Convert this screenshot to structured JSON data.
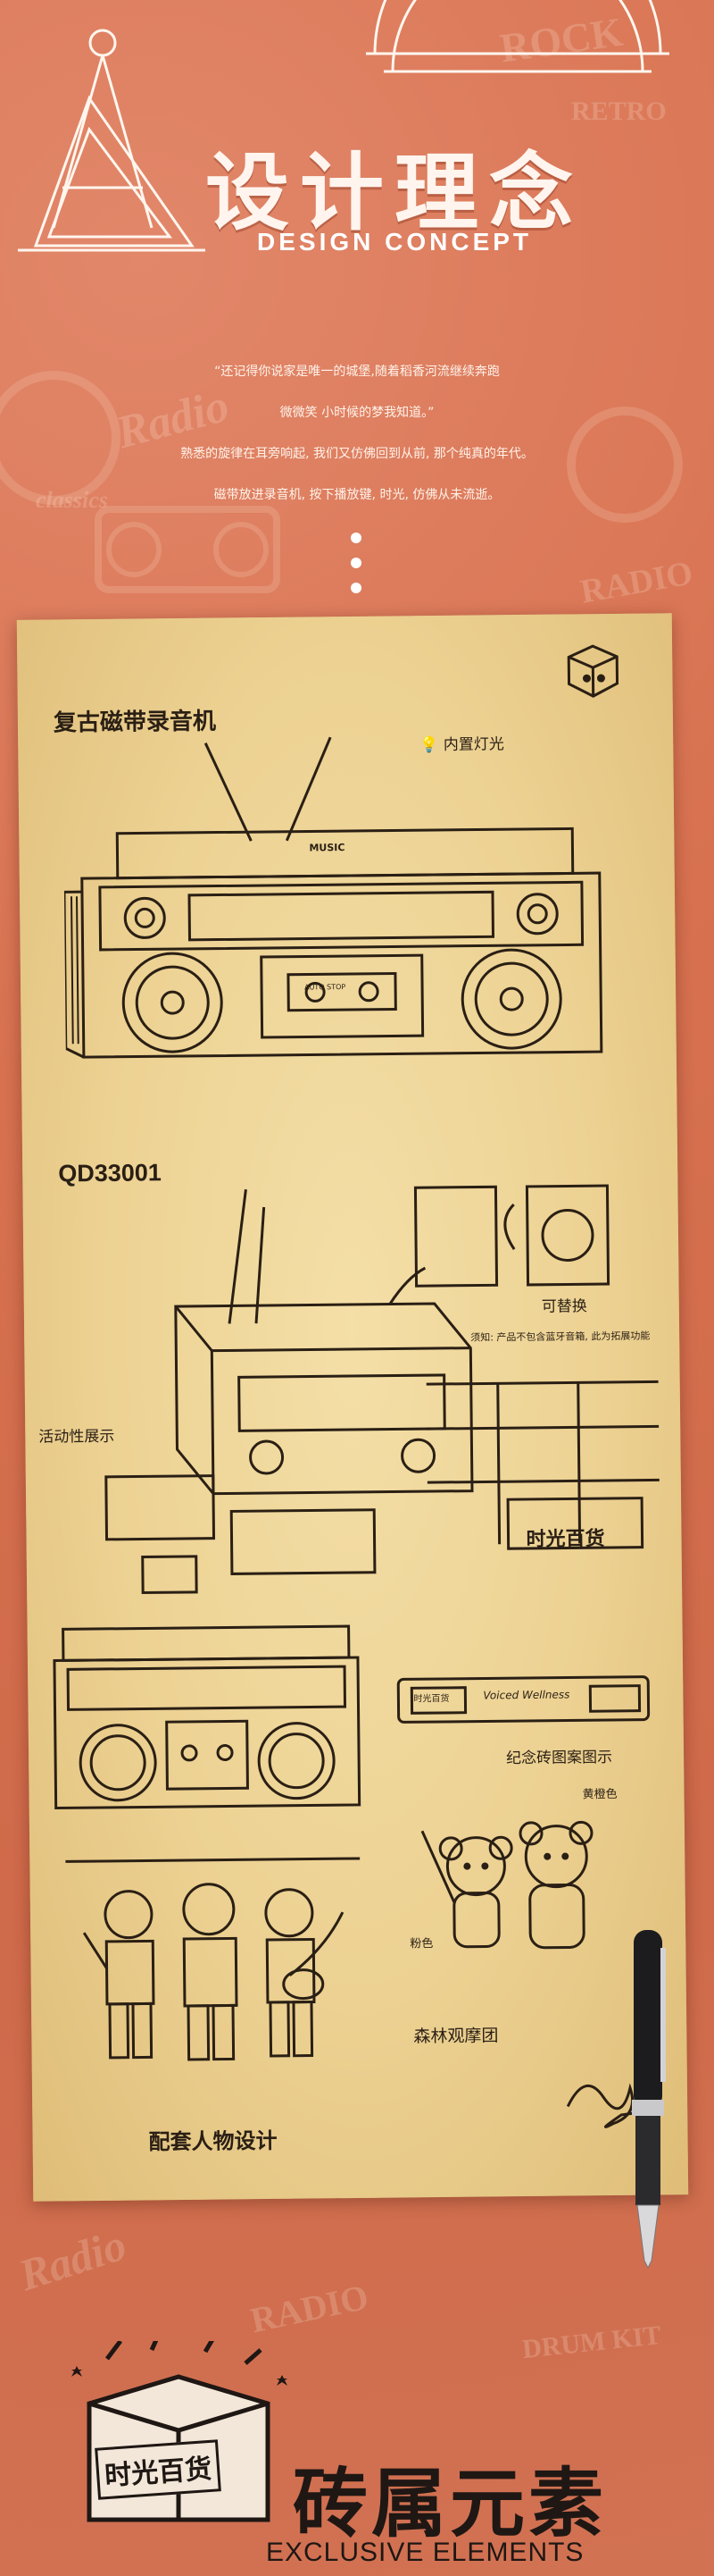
{
  "header": {
    "title": "设计理念",
    "subtitle": "DESIGN CONCEPT"
  },
  "intro": {
    "lines": [
      "“还记得你说家是唯一的城堡,随着稻香河流继续奔跑",
      "微微笑 小时候的梦我知道。”",
      "熟悉的旋律在耳旁响起, 我们又仿佛回到从前, 那个纯真的年代。",
      "磁带放进录音机, 按下播放键, 时光, 仿佛从未流逝。"
    ]
  },
  "concept": {
    "product_title": "复古磁带录音机",
    "light_label": "内置灯光",
    "model_code": "QD33001",
    "music_badge": "MUSIC",
    "auto_stop": "AUTO STOP",
    "replaceable": "可替换",
    "note": "须知: 产品不包含蓝牙音箱, 此为拓展功能",
    "movable_display": "活动性展示",
    "brand_sign": "时光百货",
    "commemorative": "纪念砖图案图示",
    "brick_text_left": "时光百货",
    "brick_text_mid": "Voiced Wellness",
    "color_yellow": "黄橙色",
    "color_pink": "粉色",
    "band": "森林观摩团",
    "figures": "配套人物设计"
  },
  "footer": {
    "logo_text": "时光百货",
    "title": "砖属元素",
    "subtitle": "EXCLUSIVE ELEMENTS"
  },
  "background": {
    "words": [
      "ROCK",
      "RETRO",
      "RADIO",
      "Radio",
      "classics",
      "DRUM KIT",
      "Radio",
      "RADIO"
    ]
  }
}
